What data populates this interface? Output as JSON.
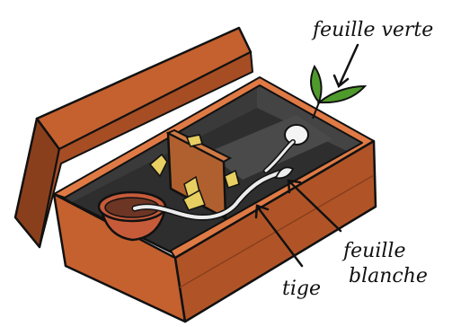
{
  "labels": {
    "green_leaf": "feuille verte",
    "white_leaf_line1": "feuille",
    "white_leaf_line2": "blanche",
    "stem": "tige"
  },
  "colors": {
    "box_outer": "#c4612f",
    "box_dark": "#8a3f1c",
    "box_edge": "#e07a45",
    "interior_dark": "#2e2e2e",
    "interior_mid": "#4a4a4a",
    "cardboard": "#b0602e",
    "light_patch": "#e7cf62",
    "pot": "#c65b3a",
    "soil": "#6d3524",
    "leaf_green": "#4f9a2c",
    "stem_white": "#ececec",
    "outline": "#111111"
  }
}
